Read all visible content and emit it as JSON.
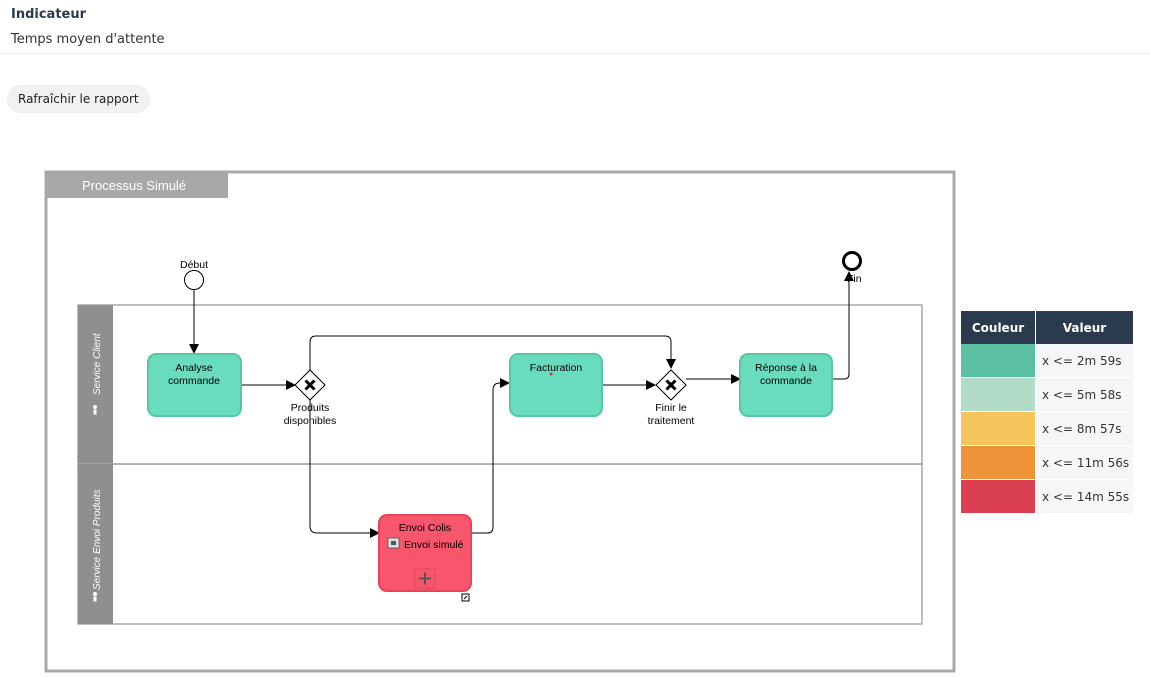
{
  "indicator": {
    "label": "Indicateur",
    "value": "Temps moyen d'attente"
  },
  "refresh_button": "Rafraîchir le rapport",
  "diagram": {
    "pool": "Processus Simulé",
    "lanes": [
      "Service Client",
      "Service Envoi Produits"
    ],
    "start_event": "Début",
    "end_event": "Fin",
    "tasks": {
      "analyse": [
        "Analyse",
        "commande"
      ],
      "facturation": "Facturation",
      "reponse": [
        "Réponse à la",
        "commande"
      ],
      "envoi_title": "Envoi Colis",
      "envoi_sub": "Envoi simulé"
    },
    "gateways": {
      "produits": [
        "Produits",
        "disponibles"
      ],
      "finir": [
        "Finir le",
        "traitement"
      ]
    }
  },
  "legend": {
    "headers": [
      "Couleur",
      "Valeur"
    ],
    "rows": [
      {
        "color": "#5bbfa1",
        "value": "x <= 2m 59s"
      },
      {
        "color": "#b3dcc8",
        "value": "x <= 5m 58s"
      },
      {
        "color": "#f3c55a",
        "value": "x <= 8m 57s"
      },
      {
        "color": "#ef9338",
        "value": "x <= 11m 56s"
      },
      {
        "color": "#da4051",
        "value": "x <= 14m 55s"
      }
    ]
  },
  "task_colors": {
    "green": "#6adcbe",
    "red": "#f8566c"
  }
}
